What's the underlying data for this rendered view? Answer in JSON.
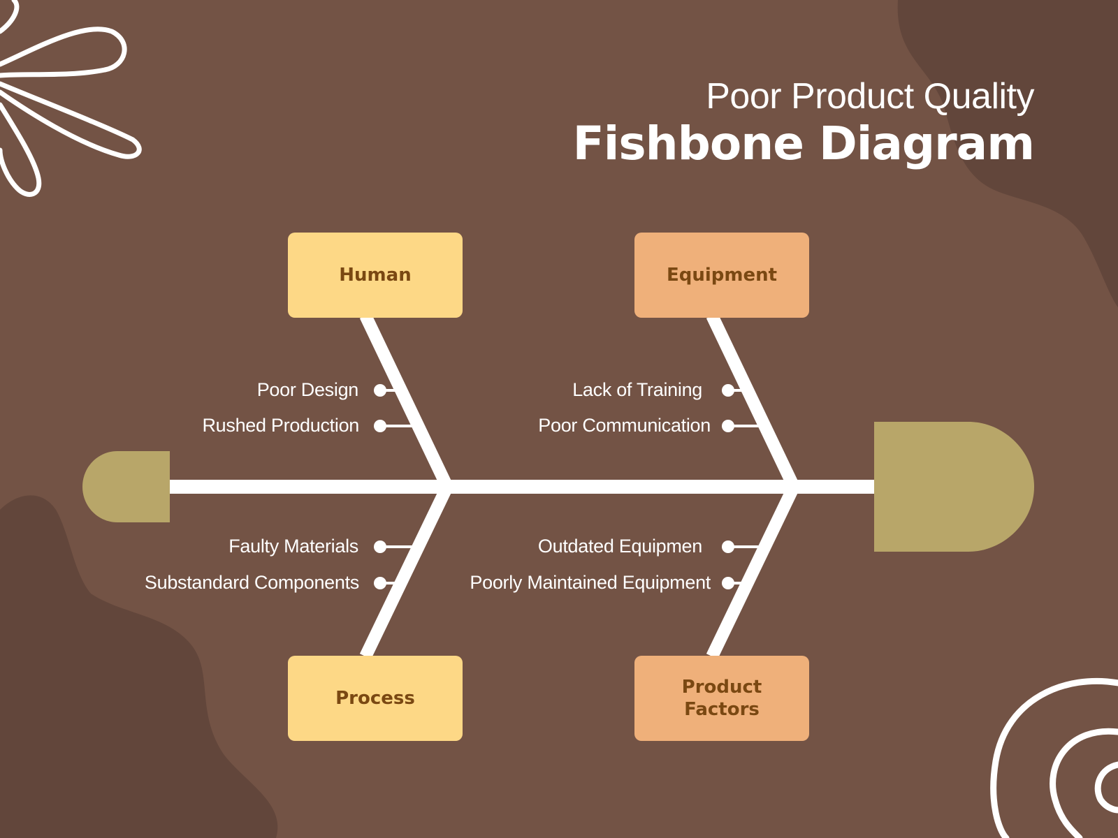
{
  "header": {
    "subtitle": "Poor Product Quality",
    "title": "Fishbone Diagram"
  },
  "categories": [
    {
      "id": "human",
      "label": "Human",
      "color": "#fdd886",
      "causes": [
        "Poor Design",
        "Rushed Production"
      ]
    },
    {
      "id": "equipment",
      "label": "Equipment",
      "color": "#efb07a",
      "causes": [
        "Lack of Training",
        "Poor Communication"
      ]
    },
    {
      "id": "process",
      "label": "Process",
      "color": "#fdd886",
      "causes": [
        "Faulty Materials",
        "Substandard Components"
      ]
    },
    {
      "id": "product-factors",
      "label": "Product\nFactors",
      "color": "#efb07a",
      "causes": [
        "Outdated Equipmen",
        "Poorly Maintained Equipment"
      ]
    }
  ],
  "colors": {
    "background": "#735345",
    "dark_blob": "#62463b",
    "bone": "#ffffff",
    "head_tail": "#b8a669",
    "box_text": "#7a4812"
  }
}
